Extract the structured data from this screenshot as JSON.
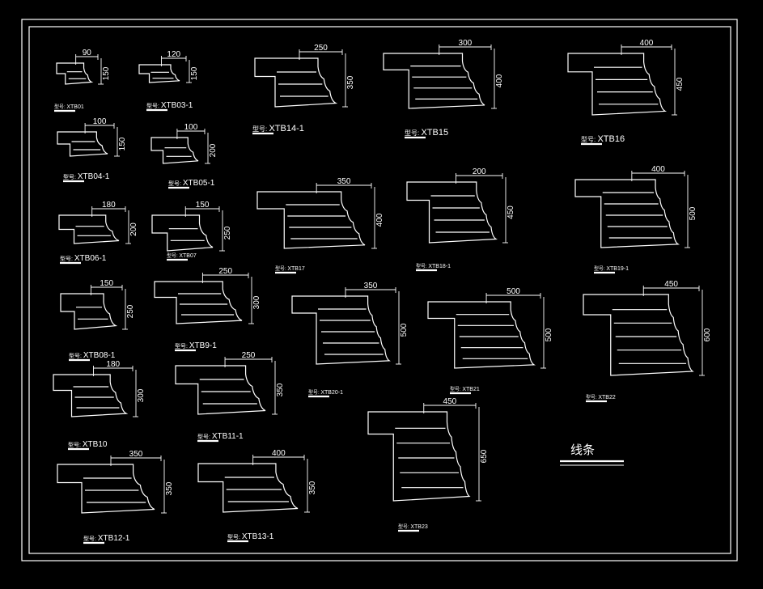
{
  "sheet": {
    "title": "线条",
    "code_prefix": "型号:",
    "colors": {
      "background": "#000000",
      "lines": "#ffffff"
    }
  },
  "profiles": [
    {
      "id": "XTB01",
      "code": "XTB01",
      "width": "90",
      "height": "150"
    },
    {
      "id": "XTB03-1",
      "code": "XTB03-1",
      "width": "120",
      "height": "150"
    },
    {
      "id": "XTB14-1",
      "code": "XTB14-1",
      "width": "250",
      "height": "350"
    },
    {
      "id": "XTB15",
      "code": "XTB15",
      "width": "300",
      "height": "400"
    },
    {
      "id": "XTB16",
      "code": "XTB16",
      "width": "400",
      "height": "450"
    },
    {
      "id": "XTB04-1",
      "code": "XTB04-1",
      "width": "100",
      "height": "150"
    },
    {
      "id": "XTB05-1",
      "code": "XTB05-1",
      "width": "100",
      "height": "200"
    },
    {
      "id": "XTB17",
      "code": "XTB17",
      "width": "350",
      "height": "400"
    },
    {
      "id": "XTB18-1",
      "code": "XTB18-1",
      "width": "200",
      "height": "450"
    },
    {
      "id": "XTB19-1",
      "code": "XTB19-1",
      "width": "400",
      "height": "500"
    },
    {
      "id": "XTB06-1",
      "code": "XTB06-1",
      "width": "180",
      "height": "200"
    },
    {
      "id": "XTB07",
      "code": "XTB07",
      "width": "150",
      "height": "250"
    },
    {
      "id": "XTB08-1",
      "code": "XTB08-1",
      "width": "150",
      "height": "250"
    },
    {
      "id": "XTB9-1",
      "code": "XTB9-1",
      "width": "250",
      "height": "300"
    },
    {
      "id": "XTB20-1",
      "code": "XTB20-1",
      "width": "350",
      "height": "500"
    },
    {
      "id": "XTB21",
      "code": "XTB21",
      "width": "500",
      "height": "500"
    },
    {
      "id": "XTB22",
      "code": "XTB22",
      "width": "450",
      "height": "600"
    },
    {
      "id": "XTB10",
      "code": "XTB10",
      "width": "180",
      "height": "300"
    },
    {
      "id": "XTB11-1",
      "code": "XTB11-1",
      "width": "250",
      "height": "350"
    },
    {
      "id": "XTB23",
      "code": "XTB23",
      "width": "450",
      "height": "650"
    },
    {
      "id": "XTB12-1",
      "code": "XTB12-1",
      "width": "350",
      "height": "350"
    },
    {
      "id": "XTB13-1",
      "code": "XTB13-1",
      "width": "400",
      "height": "350"
    }
  ]
}
